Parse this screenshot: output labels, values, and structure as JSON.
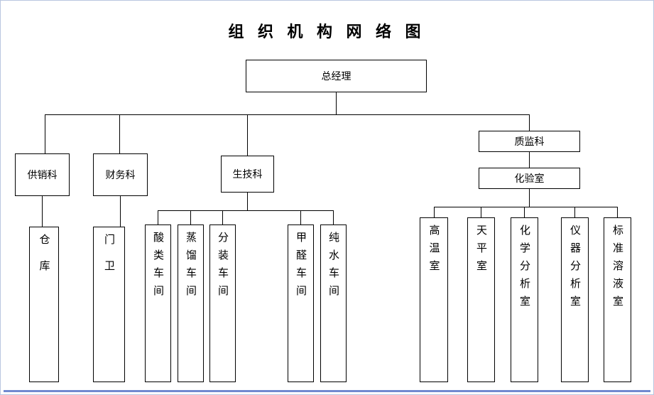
{
  "title": "组 织 机 构 网 络 图",
  "root": {
    "label": "总经理"
  },
  "departments": [
    {
      "label": "供销科",
      "children": [
        "仓库"
      ]
    },
    {
      "label": "财务科",
      "children": [
        "门卫"
      ]
    },
    {
      "label": "生技科",
      "children": [
        "酸类车间",
        "蒸馏车间",
        "分装车间",
        "甲醛车间",
        "纯水车间"
      ]
    },
    {
      "label": "质监科",
      "children": [
        {
          "label": "化验室",
          "children": [
            "高温室",
            "天平室",
            "化学分析室",
            "仪器分析室",
            "标准溶液室"
          ]
        }
      ]
    }
  ],
  "colors": {
    "line": "#000000",
    "bottom_bar": "#7189d0"
  }
}
